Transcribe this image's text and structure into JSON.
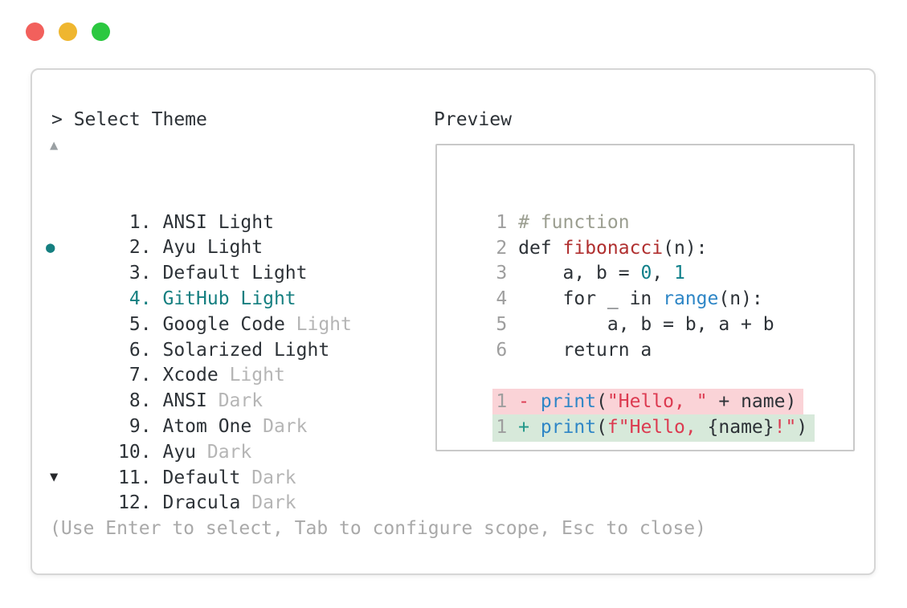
{
  "colors": {
    "text-primary": "#2d3237",
    "text-muted": "#b5b5b5",
    "text-help": "#a9a9a9",
    "accent-teal": "#157f80",
    "line-number": "#9e9e9e",
    "comment": "#9b9e90",
    "function-red": "#b02f2f",
    "number-teal": "#11808a",
    "call-blue": "#2e86c6",
    "string-crimson": "#dc3a50",
    "diff-added-green": "#1f9688",
    "diff-removed-bg": "#fad3d7",
    "diff-added-bg": "#d7e9da",
    "traffic-red": "#f2605c",
    "traffic-yellow": "#efb62f",
    "traffic-green": "#2bc840",
    "window-border": "#d6d6d6",
    "preview-border": "#c9c9c9"
  },
  "window": {
    "prompt": "> Select Theme",
    "preview_label": "Preview",
    "help_text": "(Use Enter to select, Tab to configure scope, Esc to close)",
    "scroll_up_icon": "▲",
    "scroll_down_icon": "▼",
    "selected_bullet": "●"
  },
  "theme_list": {
    "items": [
      {
        "num": " 1. ",
        "name": "ANSI Light",
        "muted": "",
        "selected": false
      },
      {
        "num": " 2. ",
        "name": "Ayu Light",
        "muted": "",
        "selected": false
      },
      {
        "num": " 3. ",
        "name": "Default Light",
        "muted": "",
        "selected": false
      },
      {
        "num": " 4. ",
        "name": "GitHub Light",
        "muted": "",
        "selected": true
      },
      {
        "num": " 5. ",
        "name": "Google Code",
        "muted": " Light",
        "selected": false
      },
      {
        "num": " 6. ",
        "name": "Solarized Light",
        "muted": "",
        "selected": false
      },
      {
        "num": " 7. ",
        "name": "Xcode",
        "muted": " Light",
        "selected": false
      },
      {
        "num": " 8. ",
        "name": "ANSI",
        "muted": " Dark",
        "selected": false
      },
      {
        "num": " 9. ",
        "name": "Atom One",
        "muted": " Dark",
        "selected": false
      },
      {
        "num": "10. ",
        "name": "Ayu",
        "muted": " Dark",
        "selected": false
      },
      {
        "num": "11. ",
        "name": "Default",
        "muted": " Dark",
        "selected": false
      },
      {
        "num": "12. ",
        "name": "Dracula",
        "muted": " Dark",
        "selected": false
      }
    ]
  },
  "preview": {
    "code_lines": [
      {
        "ln": "1",
        "bg": "",
        "segments": [
          {
            "t": "# function",
            "c": "comment"
          }
        ]
      },
      {
        "ln": "2",
        "bg": "",
        "segments": [
          {
            "t": "def ",
            "c": "code"
          },
          {
            "t": "fibonacci",
            "c": "func"
          },
          {
            "t": "(n):",
            "c": "code"
          }
        ]
      },
      {
        "ln": "3",
        "bg": "",
        "segments": [
          {
            "t": "    a, b = ",
            "c": "code"
          },
          {
            "t": "0",
            "c": "num"
          },
          {
            "t": ", ",
            "c": "code"
          },
          {
            "t": "1",
            "c": "num"
          }
        ]
      },
      {
        "ln": "4",
        "bg": "",
        "segments": [
          {
            "t": "    for _ in ",
            "c": "code"
          },
          {
            "t": "range",
            "c": "call"
          },
          {
            "t": "(n):",
            "c": "code"
          }
        ]
      },
      {
        "ln": "5",
        "bg": "",
        "segments": [
          {
            "t": "        a, b = b, a + b",
            "c": "code"
          }
        ]
      },
      {
        "ln": "6",
        "bg": "",
        "segments": [
          {
            "t": "    return a",
            "c": "code"
          }
        ]
      }
    ],
    "diff_lines": [
      {
        "ln": "1",
        "bg": "removed",
        "segments": [
          {
            "t": "- ",
            "c": "removed-sign"
          },
          {
            "t": "print",
            "c": "call"
          },
          {
            "t": "(",
            "c": "code"
          },
          {
            "t": "\"Hello, \"",
            "c": "string"
          },
          {
            "t": " + name)",
            "c": "code"
          }
        ]
      },
      {
        "ln": "1",
        "bg": "added",
        "segments": [
          {
            "t": "+ ",
            "c": "added-sign"
          },
          {
            "t": "print",
            "c": "call"
          },
          {
            "t": "(",
            "c": "code"
          },
          {
            "t": "f\"Hello, ",
            "c": "string"
          },
          {
            "t": "{name}",
            "c": "code"
          },
          {
            "t": "!\"",
            "c": "string"
          },
          {
            "t": ")",
            "c": "code"
          }
        ]
      }
    ]
  }
}
